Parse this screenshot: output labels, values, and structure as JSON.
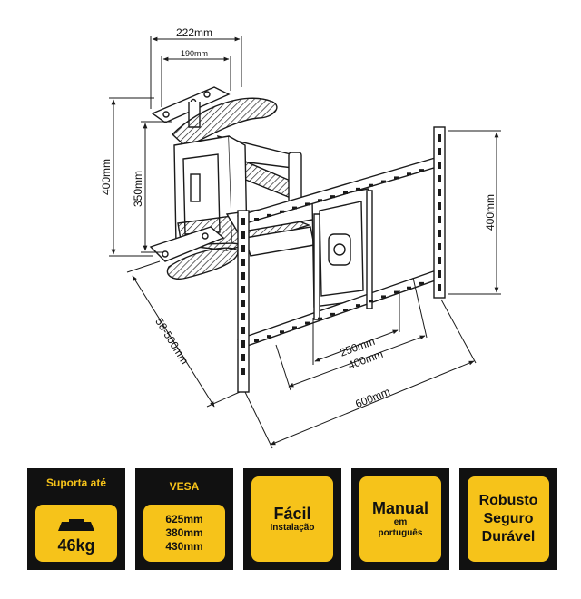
{
  "diagram": {
    "dimensions": {
      "top_outer": "222mm",
      "top_inner": "190mm",
      "left_outer": "400mm",
      "left_inner": "350mm",
      "right_height": "400mm",
      "extension": "58-500mm",
      "vesa_inner": "250mm",
      "vesa_mid": "400mm",
      "vesa_outer": "600mm"
    }
  },
  "features": {
    "support": {
      "header": "Suporta até",
      "value": "46kg",
      "icon": "weight-icon"
    },
    "vesa": {
      "header": "VESA",
      "sizes": [
        "625mm",
        "380mm",
        "430mm"
      ]
    },
    "install": {
      "title": "Fácil",
      "subtitle": "Instalação"
    },
    "manual": {
      "title": "Manual",
      "subtitle_1": "em",
      "subtitle_2": "português"
    },
    "robust": {
      "line_1": "Robusto",
      "line_2": "Seguro",
      "line_3": "Durável"
    }
  },
  "colors": {
    "accent": "#f6c31a",
    "card_bg": "#111111",
    "line": "#1a1a1a"
  }
}
